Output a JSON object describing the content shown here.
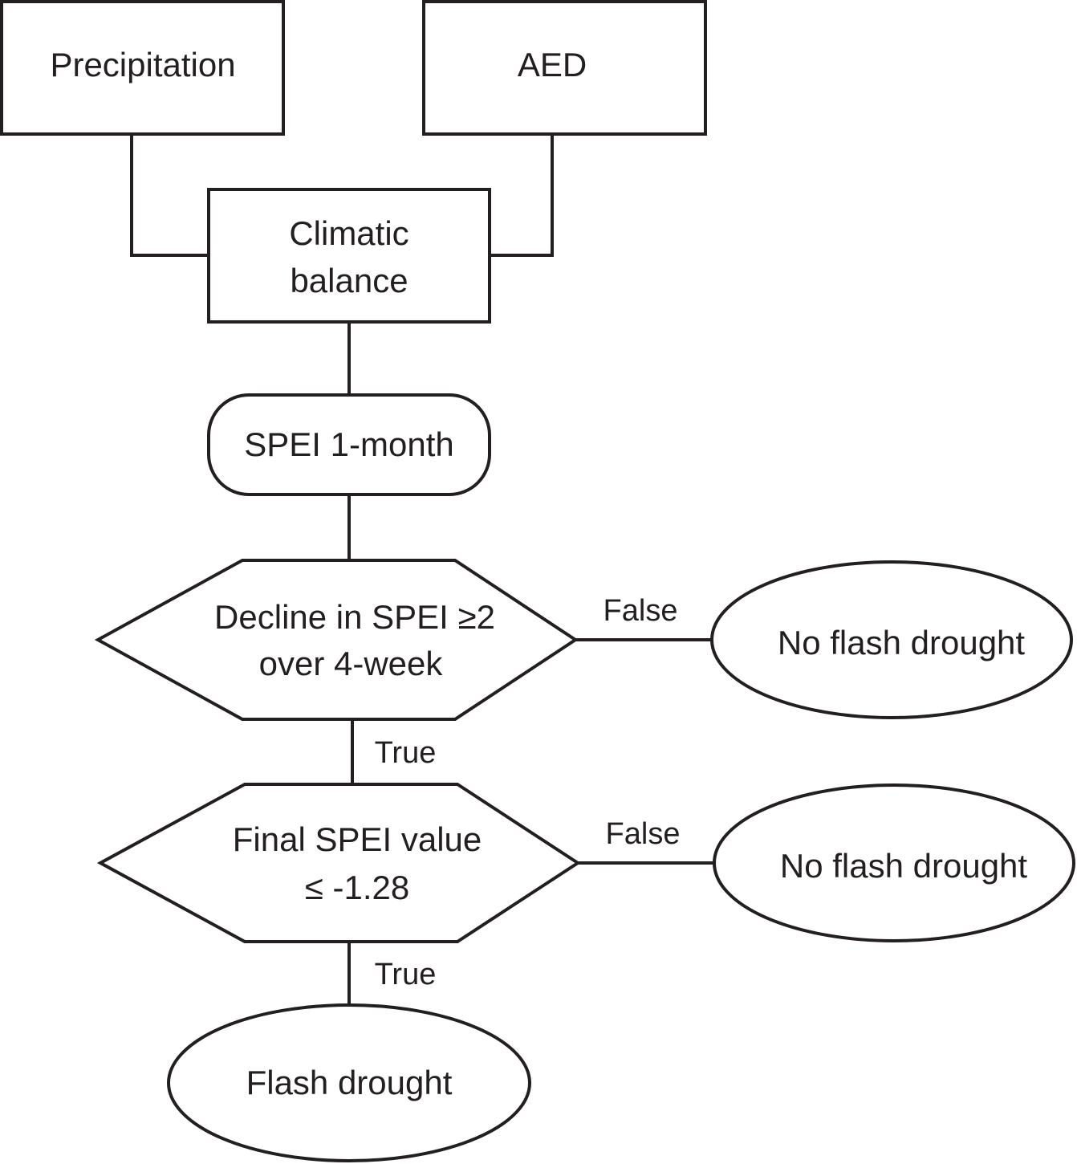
{
  "nodes": {
    "precipitation": {
      "label": "Precipitation"
    },
    "aed": {
      "label": "AED"
    },
    "climatic_balance": {
      "lines": [
        "Climatic",
        "balance"
      ]
    },
    "spei_1month": {
      "label": "SPEI 1-month"
    },
    "decision_decline": {
      "lines": [
        "Decline in SPEI ≥2",
        "over 4-week"
      ]
    },
    "no_flash_1": {
      "label": "No flash drought"
    },
    "decision_final": {
      "lines": [
        "Final SPEI value",
        "≤ -1.28"
      ]
    },
    "no_flash_2": {
      "label": "No flash drought"
    },
    "flash_drought": {
      "label": "Flash drought"
    }
  },
  "edge_labels": {
    "decline_false": "False",
    "decline_true": "True",
    "final_false": "False",
    "final_true": "True"
  },
  "colors": {
    "stroke": "#231f20",
    "fill": "#ffffff"
  }
}
